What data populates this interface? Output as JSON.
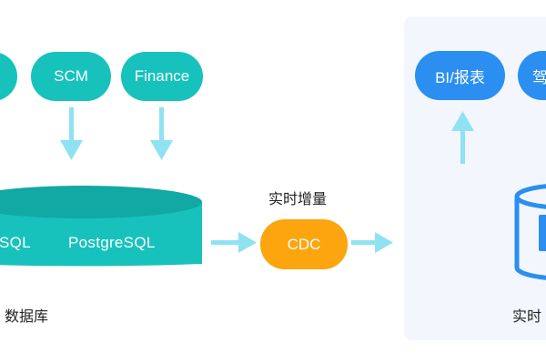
{
  "sources": {
    "scm_label": "SCM",
    "finance_label": "Finance"
  },
  "database": {
    "left_label": "SQL",
    "postgres_label": "PostgreSQL",
    "caption": "数据库"
  },
  "cdc": {
    "label": "CDC",
    "caption": "实时增量"
  },
  "targets": {
    "bi_label": "BI/报表",
    "partial_label": "驾",
    "store_caption": "实时"
  },
  "colors": {
    "teal": "#17c2bd",
    "teal_dark": "#12a8a3",
    "blue": "#2a8ff0",
    "orange": "#fca50f",
    "arrow": "#8fe2f2",
    "panel": "#f3f7fd"
  }
}
